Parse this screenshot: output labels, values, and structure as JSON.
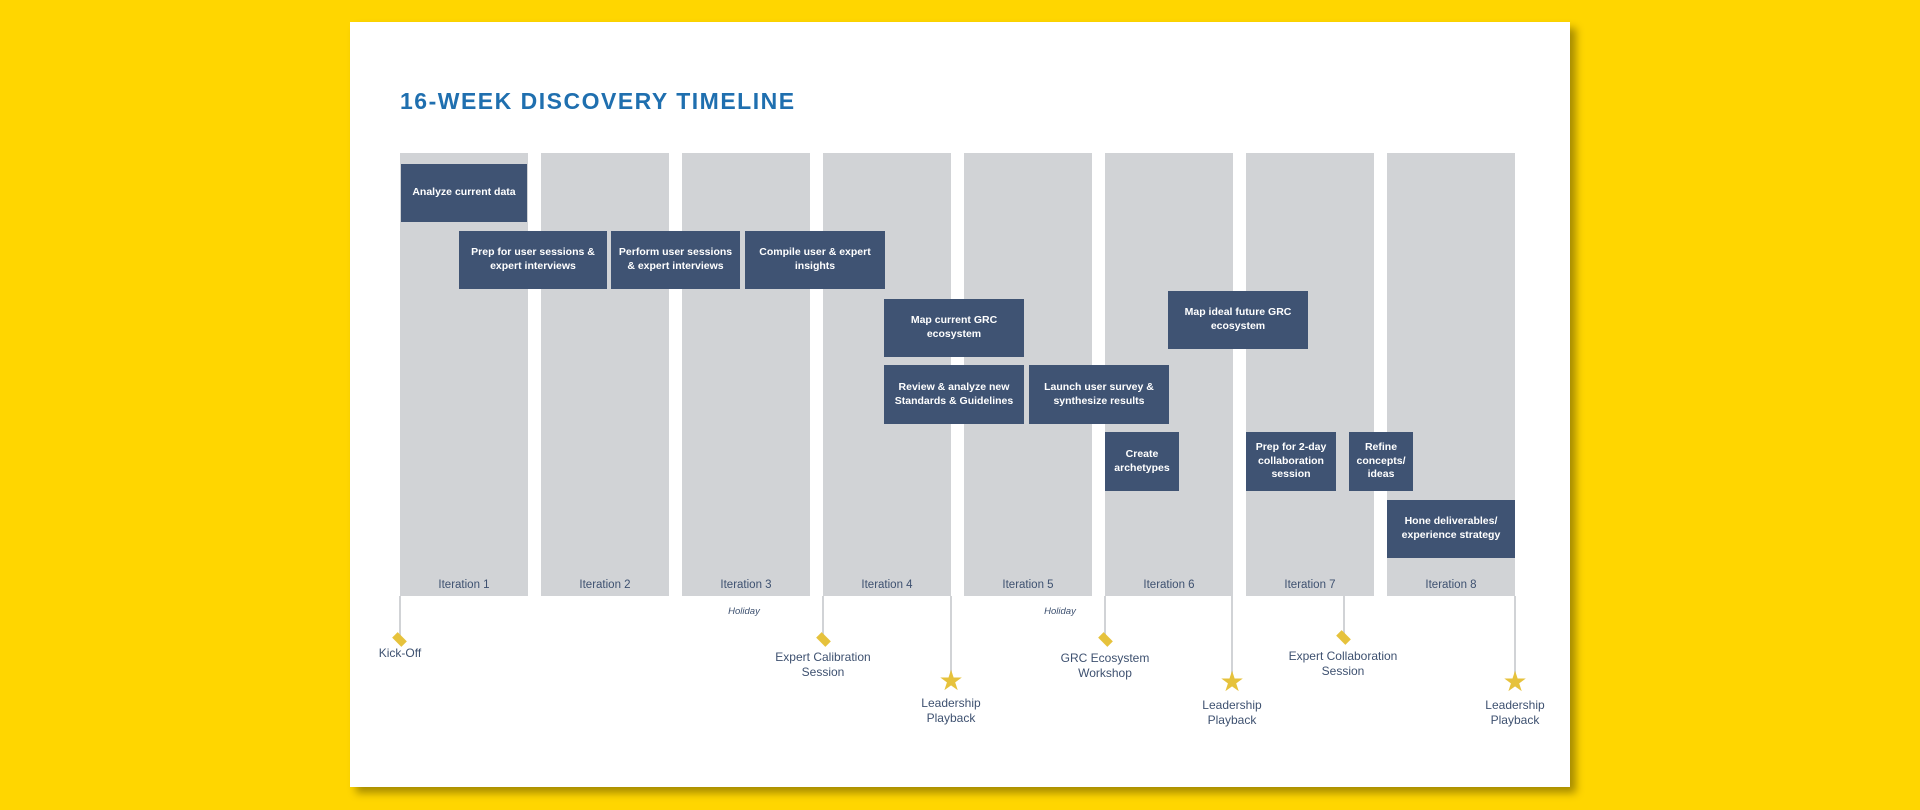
{
  "title": "16-WEEK DISCOVERY TIMELINE",
  "iterations": [
    "Iteration 1",
    "Iteration 2",
    "Iteration 3",
    "Iteration 4",
    "Iteration 5",
    "Iteration 6",
    "Iteration 7",
    "Iteration 8"
  ],
  "holiday_label": "Holiday",
  "tasks": [
    "Analyze current data",
    "Prep for user sessions & expert interviews",
    "Perform user sessions & expert interviews",
    "Compile user & expert insights",
    "Map current GRC ecosystem",
    "Map ideal future GRC ecosystem",
    "Review & analyze new Standards & Guidelines",
    "Launch user survey & synthesize results",
    "Create archetypes",
    "Prep for 2-day collaboration session",
    "Refine concepts/ ideas",
    "Hone deliverables/ experience strategy"
  ],
  "milestones": {
    "kickoff": "Kick-Off",
    "expert_calibration": "Expert Calibration Session",
    "leadership_playback": "Leadership Playback",
    "grc_workshop": "GRC Ecosystem Workshop",
    "expert_collaboration": "Expert Collaboration Session"
  },
  "colors": {
    "background": "#FFD600",
    "title": "#1F6FAF",
    "task_fill": "#3F5373",
    "column_fill": "#D1D3D6",
    "milestone": "#E6C23C"
  }
}
